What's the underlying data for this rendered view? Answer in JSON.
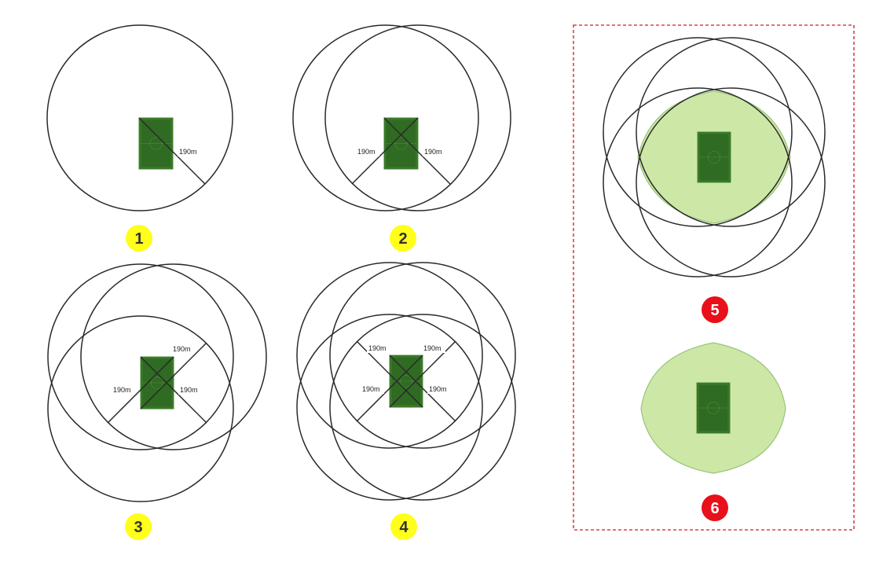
{
  "distance_label": "190m",
  "steps": [
    {
      "number": "1",
      "badge_color": "#ffff1a",
      "text_color": "#333333"
    },
    {
      "number": "2",
      "badge_color": "#ffff1a",
      "text_color": "#333333"
    },
    {
      "number": "3",
      "badge_color": "#ffff1a",
      "text_color": "#333333"
    },
    {
      "number": "4",
      "badge_color": "#ffff1a",
      "text_color": "#333333"
    },
    {
      "number": "5",
      "badge_color": "#e8101a",
      "text_color": "#ffffff"
    },
    {
      "number": "6",
      "badge_color": "#e8101a",
      "text_color": "#ffffff"
    }
  ],
  "colors": {
    "pitch": "#2f6b22",
    "zone_fill": "#cde8a6",
    "frame": "#d94444"
  }
}
